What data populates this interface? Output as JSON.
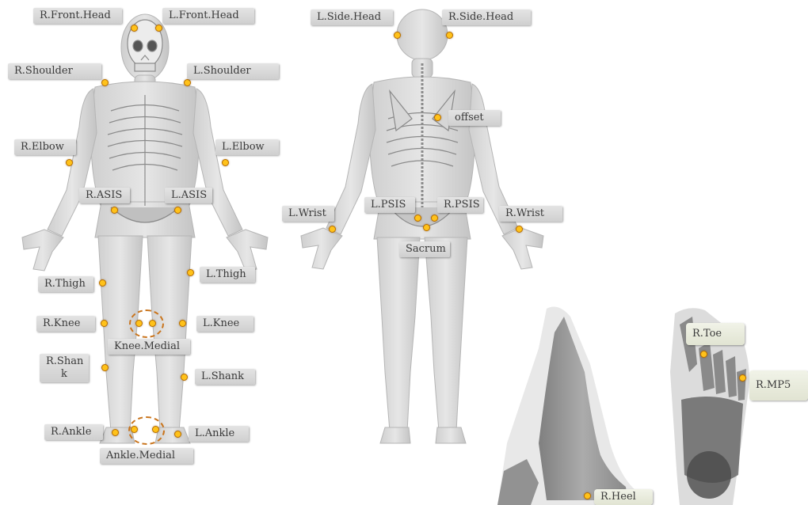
{
  "labels": {
    "r_front_head": "R.Front.Head",
    "l_front_head": "L.Front.Head",
    "r_shoulder": "R.Shoulder",
    "l_shoulder": "L.Shoulder",
    "r_elbow": "R.Elbow",
    "l_elbow": "L.Elbow",
    "r_asis": "R.ASIS",
    "l_asis": "L.ASIS",
    "r_thigh": "R.Thigh",
    "l_thigh": "L.Thigh",
    "r_knee": "R.Knee",
    "l_knee": "L.Knee",
    "knee_medial": "Knee.Medial",
    "r_shank": "R.Shan k",
    "l_shank": "L.Shank",
    "r_ankle": "R.Ankle",
    "l_ankle": "L.Ankle",
    "ankle_medial": "Ankle.Medial",
    "l_side_head": "L.Side.Head",
    "r_side_head": "R.Side.Head",
    "offset": "offset",
    "l_wrist": "L.Wrist",
    "r_wrist": "R.Wrist",
    "l_psis": "L.PSIS",
    "r_psis": "R.PSIS",
    "sacrum": "Sacrum",
    "r_toe": "R.Toe",
    "r_mp5": "R.MP5",
    "r_heel": "R.Heel"
  },
  "colors": {
    "marker_fill": "#ffc21a",
    "marker_stroke": "#b96f00",
    "dashed_circle": "#c9741c",
    "label_bg": "#d9d9d9",
    "card_bg": "#eaecdf"
  }
}
